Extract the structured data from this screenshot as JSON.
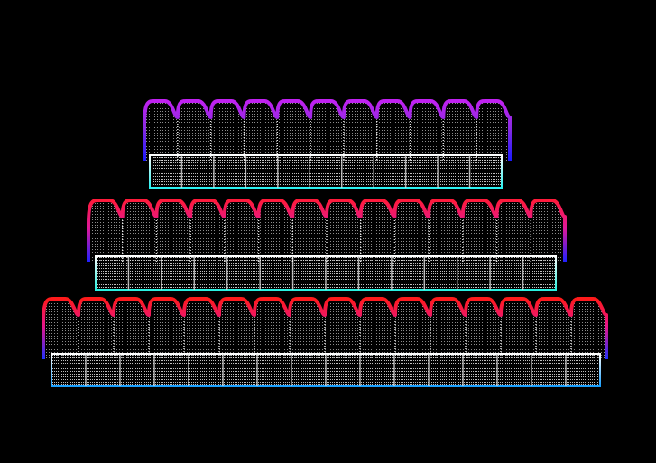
{
  "scene": {
    "background": "#000000",
    "description_tag": "abstract-dot-matrix-artwork",
    "rows": [
      {
        "name": "top-row",
        "bump_count": 11,
        "gradient_top": "#c021f0",
        "gradient_mid": "#8a2be2",
        "gradient_side": "#1a1aff",
        "base_gradient": [
          "#ffffff",
          "#2af0f0"
        ]
      },
      {
        "name": "middle-row",
        "bump_count": 14,
        "gradient_top": "#ff1a3a",
        "gradient_mid": "#e0189a",
        "gradient_side": "#2020ff",
        "base_gradient": [
          "#ffffff",
          "#2af0e0"
        ]
      },
      {
        "name": "bottom-row",
        "bump_count": 16,
        "gradient_top": "#ff1a1a",
        "gradient_mid": "#e8158a",
        "gradient_side": "#2030ff",
        "base_gradient": [
          "#ffffff",
          "#1aa0ff"
        ]
      }
    ]
  }
}
